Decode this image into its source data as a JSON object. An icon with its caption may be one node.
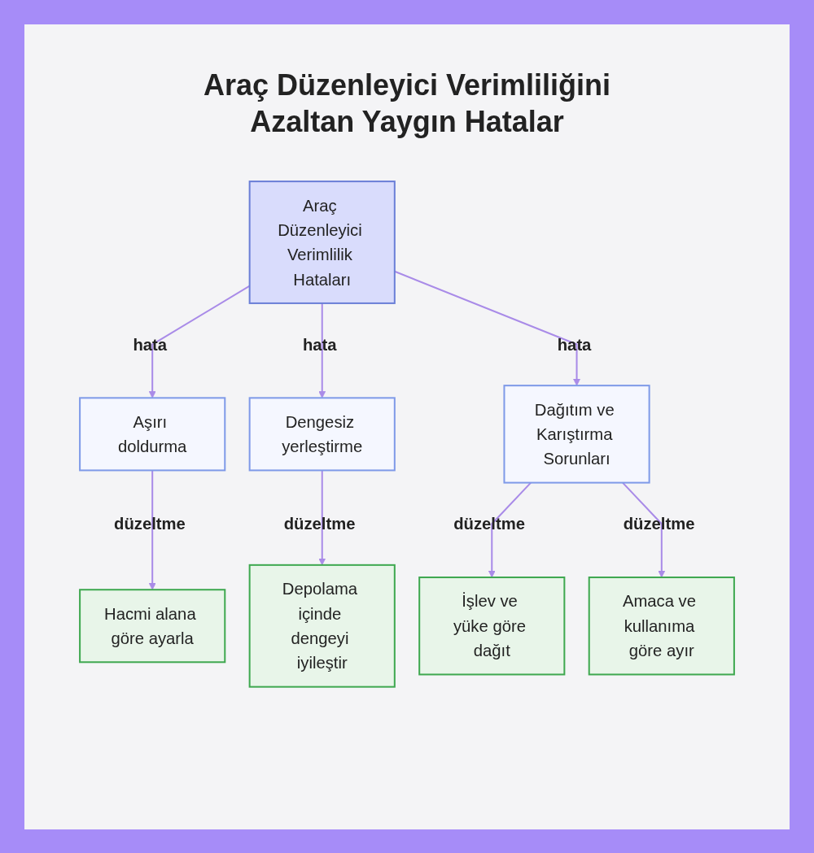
{
  "diagram": {
    "title": "Araç Düzenleyici Verimliliğini Azaltan Yaygın Hatalar",
    "nodes": [
      {
        "text": [
          "Araç Düzenleyici Verimlilik Hataları"
        ]
      },
      {
        "text": [
          "Aşırı doldurma"
        ]
      },
      {
        "text": [
          "Dengesiz yerleştirme"
        ]
      },
      {
        "text": [
          "Dağıtım ve Karıştırma Sorunları"
        ]
      },
      {
        "text": [
          "Hacmi alana göre ayarla"
        ]
      },
      {
        "text": [
          "Depolama içinde dengeyi iyileştir"
        ]
      },
      {
        "text": [
          "İşlev ve yüke göre dağıt"
        ]
      },
      {
        "text": [
          "Amaca ve kullanıma göre ayır"
        ]
      }
    ],
    "edges": [
      {
        "from": 0,
        "to": 1,
        "arrow": "to",
        "label": "hata"
      },
      {
        "from": 0,
        "to": 2,
        "arrow": "to",
        "label": "hata"
      },
      {
        "from": 0,
        "to": 3,
        "arrow": "to",
        "label": "hata"
      },
      {
        "from": 1,
        "to": 4,
        "arrow": "to",
        "label": "düzeltme"
      },
      {
        "from": 2,
        "to": 5,
        "arrow": "to",
        "label": "düzeltme"
      },
      {
        "from": 3,
        "to": 6,
        "arrow": "to",
        "label": "düzeltme"
      },
      {
        "from": 3,
        "to": 7,
        "arrow": "to",
        "label": "düzeltme"
      }
    ]
  }
}
